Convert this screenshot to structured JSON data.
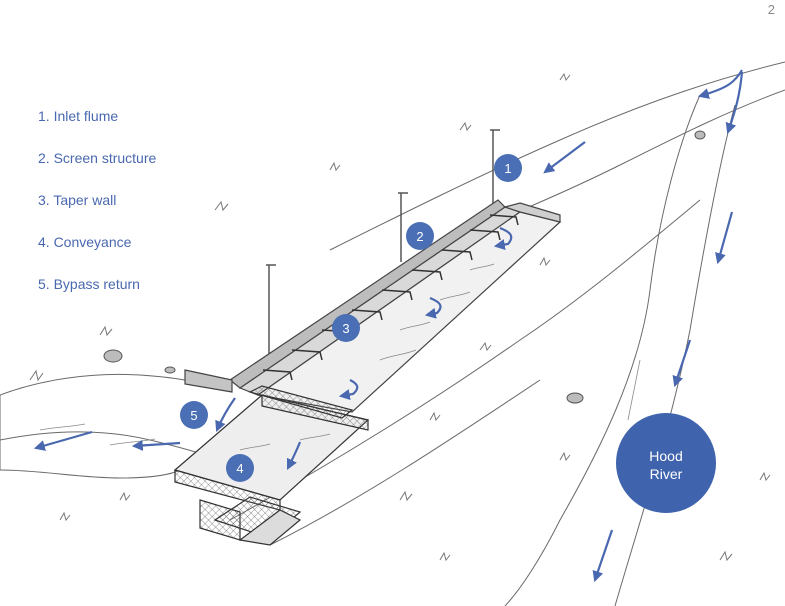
{
  "page_number": "2",
  "legend": {
    "items": [
      "1. Inlet flume",
      "2. Screen structure",
      "3. Taper wall",
      "4. Conveyance",
      "5. Bypass return"
    ]
  },
  "markers": [
    "1",
    "2",
    "3",
    "4",
    "5"
  ],
  "river_label": {
    "line1": "Hood",
    "line2": "River"
  },
  "colors": {
    "accent": "#4a68b0",
    "marker_fill": "#4a6fb5",
    "river_fill": "#3f63ad",
    "sketch": "#555555"
  },
  "icons": [
    "flow-arrow-icon"
  ]
}
